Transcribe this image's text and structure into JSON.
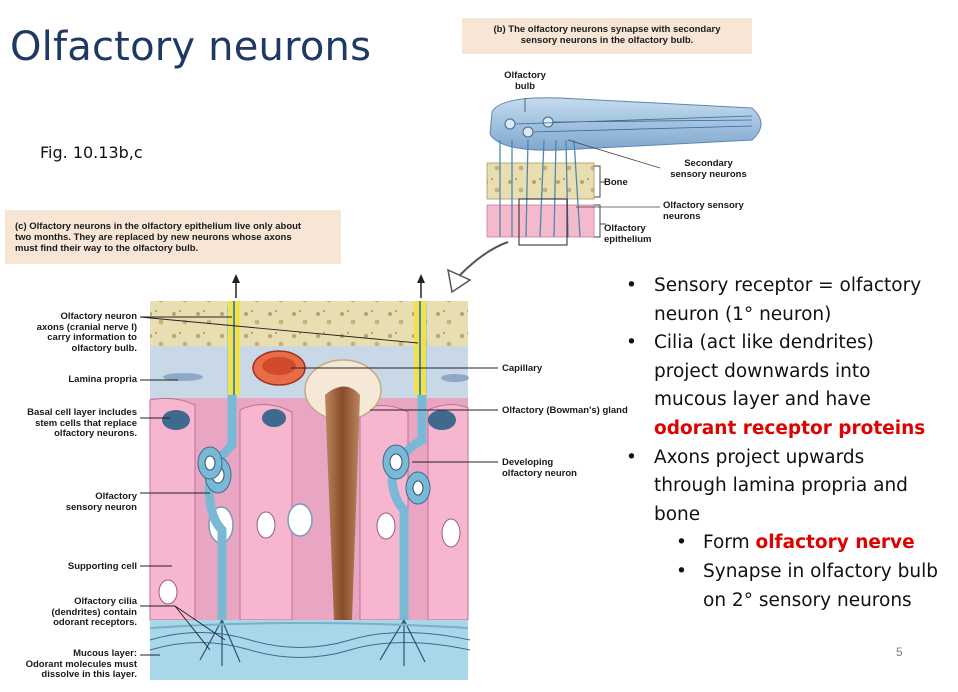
{
  "slide": {
    "title": "Olfactory neurons",
    "figure_ref": "Fig. 10.13b,c",
    "page_number": "5"
  },
  "panel_b": {
    "caption_lines": [
      "(b) The olfactory neurons synapse with secondary",
      "sensory neurons in the olfactory bulb."
    ],
    "labels": {
      "bulb": [
        "Olfactory",
        "bulb"
      ],
      "bone": "Bone",
      "secondary": [
        "Secondary",
        "sensory neurons"
      ],
      "olf_sensory": [
        "Olfactory sensory",
        "neurons"
      ],
      "epithelium": [
        "Olfactory",
        "epithelium"
      ]
    }
  },
  "panel_c": {
    "caption_lines": [
      "(c) Olfactory neurons in the olfactory epithelium live only about",
      "two months. They are replaced by new neurons whose axons",
      "must find their way to the olfactory bulb."
    ],
    "labels": {
      "axons": [
        "Olfactory neuron",
        "axons (cranial nerve I)",
        "carry information to",
        "olfactory bulb."
      ],
      "lamina": "Lamina propria",
      "basal": [
        "Basal cell layer includes",
        "stem cells that replace",
        "olfactory neurons."
      ],
      "sensory": [
        "Olfactory",
        "sensory neuron"
      ],
      "supporting": "Supporting cell",
      "cilia": [
        "Olfactory cilia",
        "(dendrites) contain",
        "odorant receptors."
      ],
      "mucous": [
        "Mucous layer:",
        "Odorant molecules must",
        "dissolve in this layer."
      ],
      "capillary": "Capillary",
      "gland": "Olfactory (Bowman's) gland",
      "developing": [
        "Developing",
        "olfactory neuron"
      ]
    }
  },
  "bullets": {
    "b1_lines": [
      "Sensory receptor = olfactory",
      "neuron (1° neuron)"
    ],
    "b2_lines": [
      "Cilia (act like dendrites)",
      "project downwards into",
      "mucous layer and have"
    ],
    "b2_red": "odorant receptor proteins",
    "b3_lines": [
      "Axons project upwards",
      "through lamina propria and",
      "bone"
    ],
    "sub1_pre": "Form ",
    "sub1_red": "olfactory nerve",
    "sub2_lines": [
      "Synapse in olfactory bulb",
      "on 2° sensory neurons"
    ],
    "dot": "•"
  },
  "colors": {
    "title": "#1f3864",
    "caption_bg": "#f7e6d6",
    "emphasis_red": "#e00000",
    "supporting_cell": "#f2a3c0",
    "neuron": "#79b9d6",
    "nerve": "#f2e24a",
    "bone": "#e6dbb0"
  }
}
